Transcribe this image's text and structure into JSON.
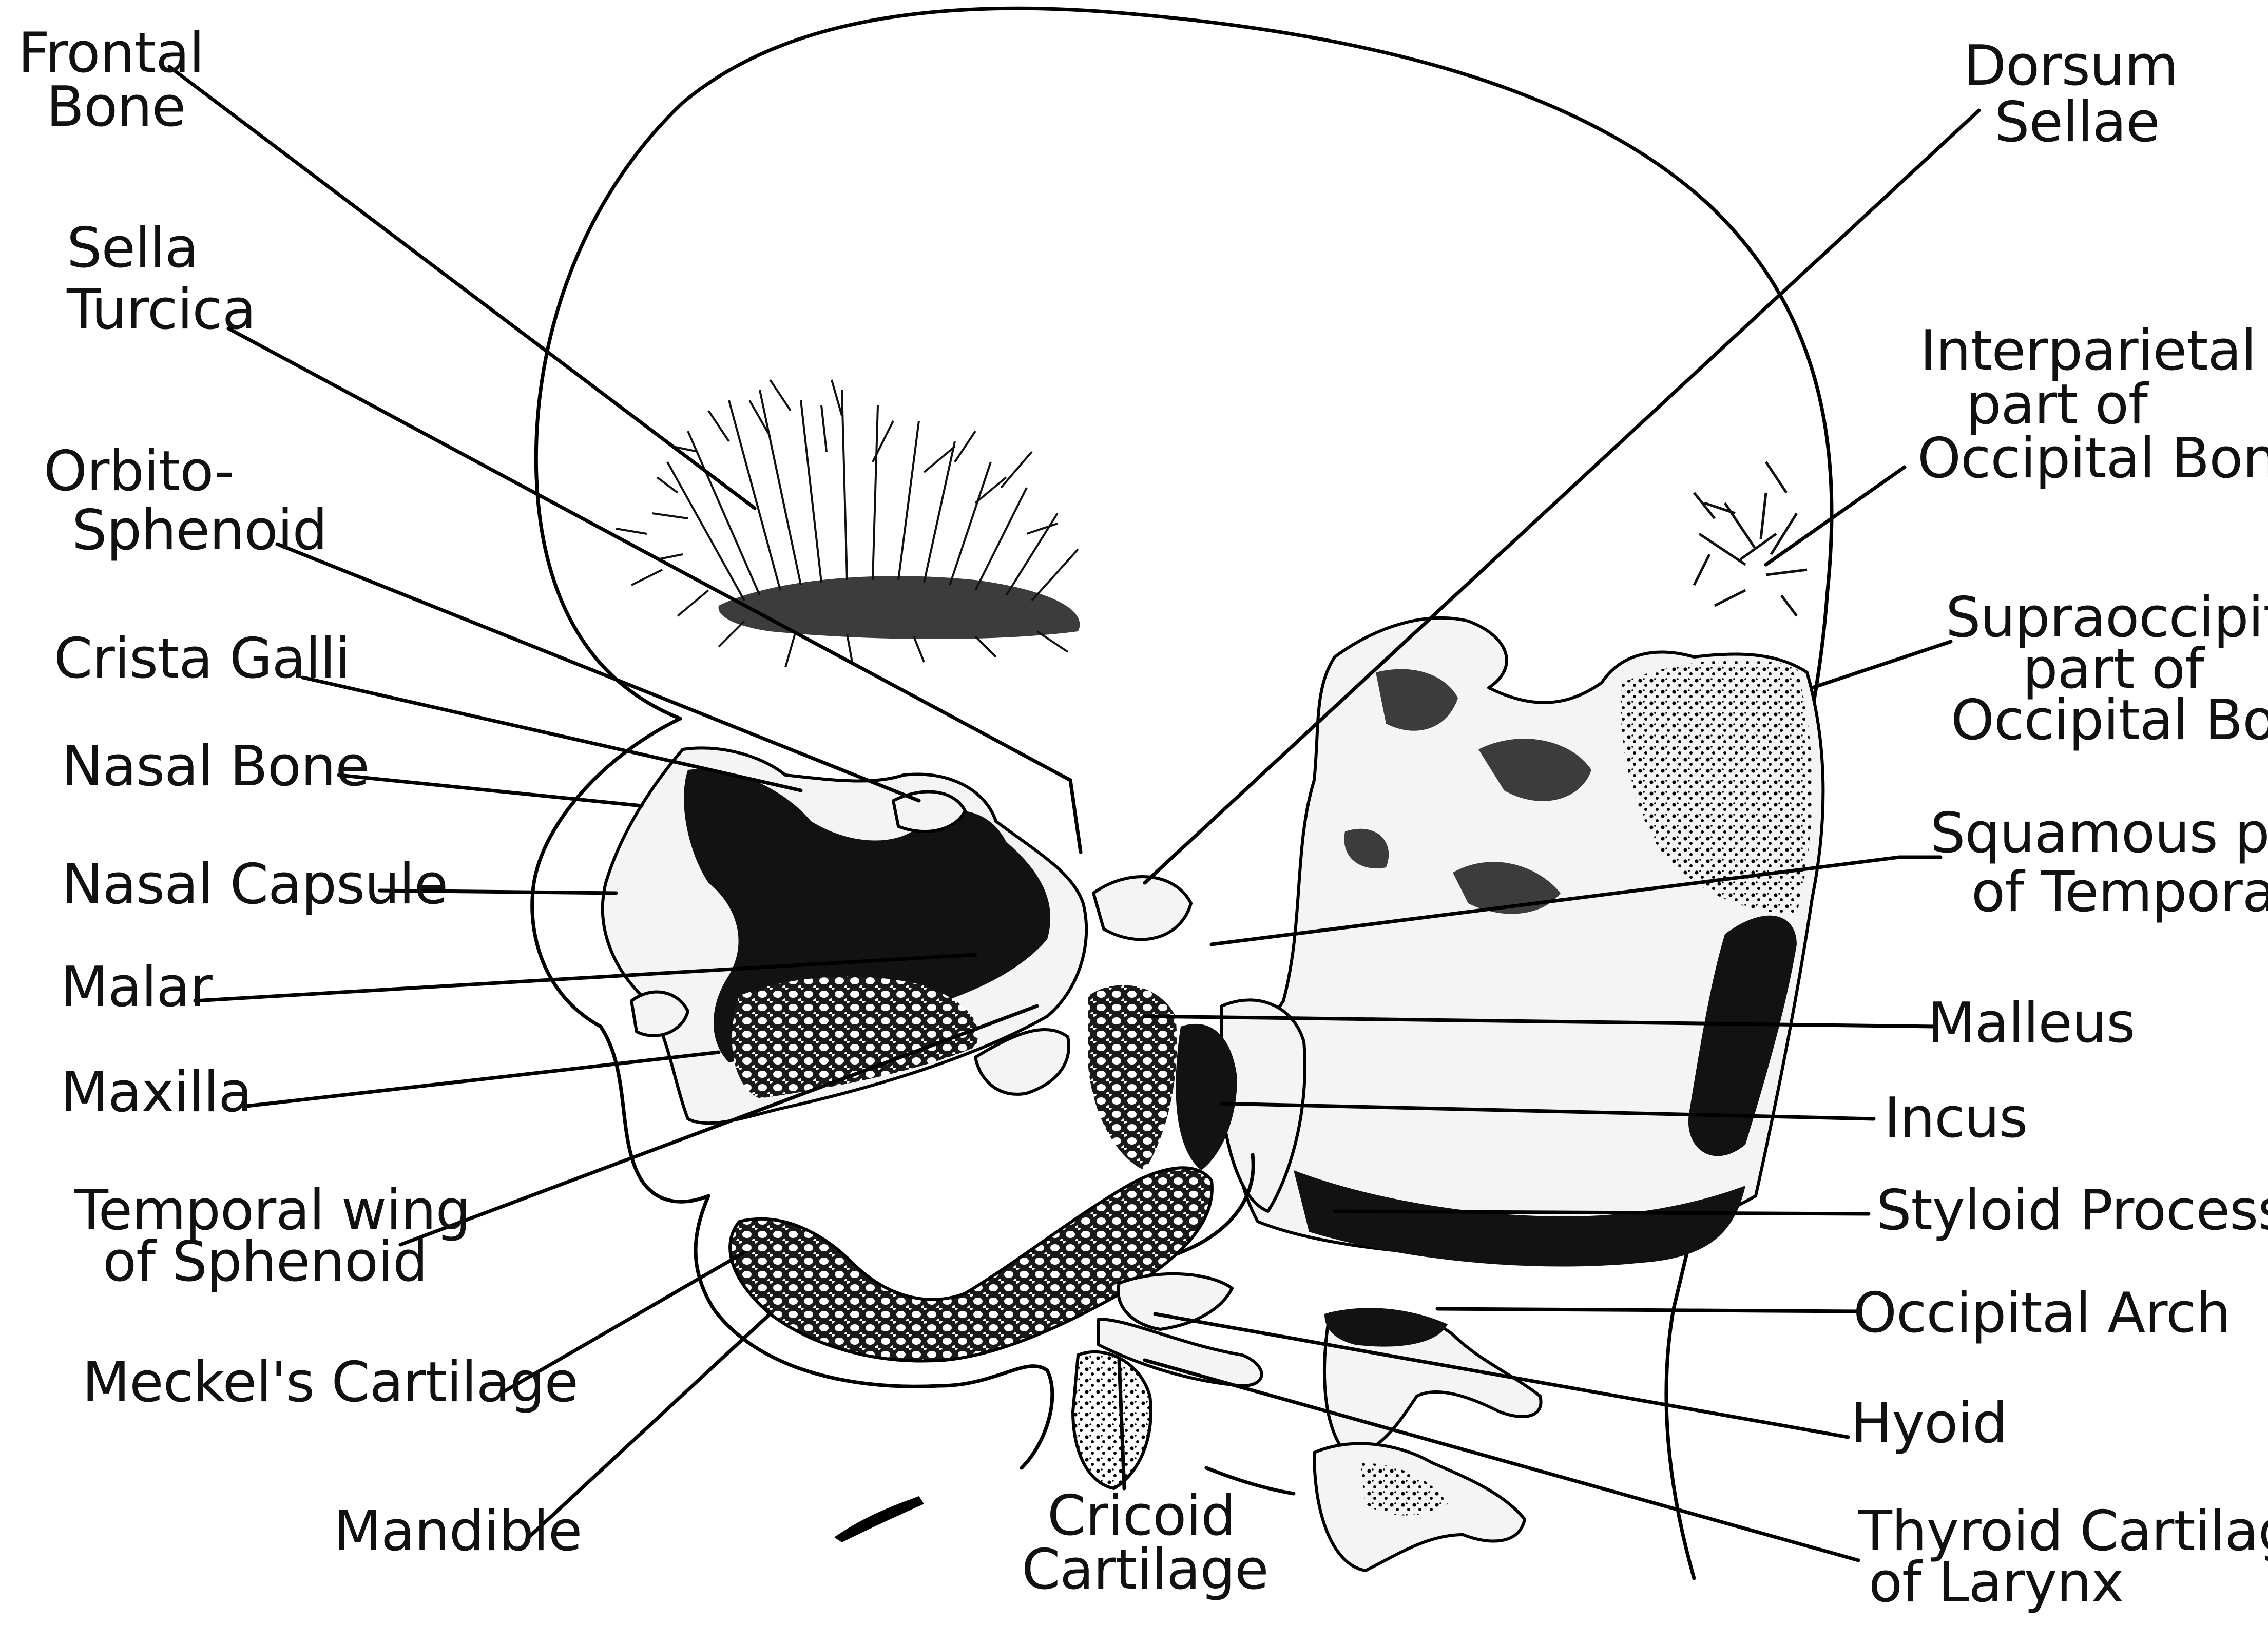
{
  "labels": {
    "frontal_bone": [
      "Frontal",
      "Bone"
    ],
    "sella_turcica": [
      "Sella",
      "Turcica"
    ],
    "orbito_sphenoid": [
      "Orbito-",
      "Sphenoid"
    ],
    "crista_galli": [
      "Crista Galli"
    ],
    "nasal_bone": [
      "Nasal Bone"
    ],
    "nasal_capsule": [
      "Nasal Capsule"
    ],
    "malar": [
      "Malar"
    ],
    "maxilla": [
      "Maxilla"
    ],
    "temporal_wing_sphenoid": [
      "Temporal wing",
      "of  Sphenoid"
    ],
    "meckels_cartilage": [
      "Meckel's Cartilage"
    ],
    "mandible": [
      "Mandible"
    ],
    "cricoid_cartilage": [
      "Cricoid",
      "Cartilage"
    ],
    "dorsum_sellae": [
      "Dorsum",
      "Sellae"
    ],
    "interparietal": [
      "Interparietal",
      "part of",
      "Occipital Bone"
    ],
    "supraoccipital": [
      "Supraoccipital",
      "part of",
      "Occipital Bone"
    ],
    "squamous_temporal": [
      "Squamous part",
      "of  Temporal"
    ],
    "malleus": [
      "Malleus"
    ],
    "incus": [
      "Incus"
    ],
    "styloid_process": [
      "Styloid Process"
    ],
    "occipital_arch": [
      "Occipital Arch"
    ],
    "hyoid": [
      "Hyoid"
    ],
    "thyroid_cartilage": [
      "Thyroid Cartilage",
      "of  Larynx"
    ]
  }
}
